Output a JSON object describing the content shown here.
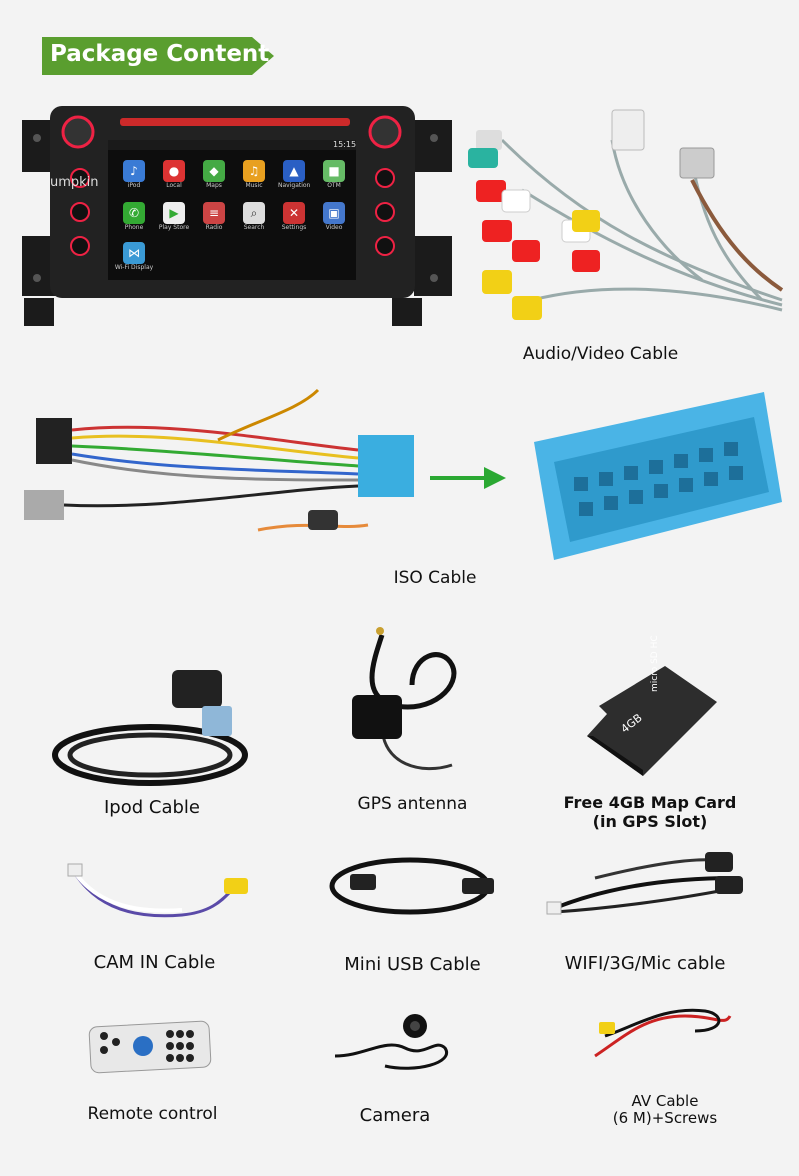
{
  "header": {
    "title": "Package Content",
    "accent_color": "#5a9e2f"
  },
  "head_unit": {
    "brand": "umpkin",
    "clock": "15:15",
    "apps": [
      {
        "label": "iPod",
        "icon": "ipod-icon"
      },
      {
        "label": "Local",
        "icon": "map-pin-icon"
      },
      {
        "label": "Maps",
        "icon": "maps-icon"
      },
      {
        "label": "Music",
        "icon": "music-icon"
      },
      {
        "label": "Navigation",
        "icon": "navigation-icon"
      },
      {
        "label": "OTM",
        "icon": "otm-icon"
      },
      {
        "label": "Phone",
        "icon": "phone-icon"
      },
      {
        "label": "Play Store",
        "icon": "play-store-icon"
      },
      {
        "label": "Radio",
        "icon": "radio-icon"
      },
      {
        "label": "Search",
        "icon": "search-icon"
      },
      {
        "label": "Settings",
        "icon": "settings-icon"
      },
      {
        "label": "Video",
        "icon": "video-icon"
      },
      {
        "label": "Wi-Fi Display",
        "icon": "wifi-display-icon"
      }
    ]
  },
  "items": {
    "av_cable": "Audio/Video Cable",
    "iso_cable": "ISO Cable",
    "ipod_cable": "Ipod Cable",
    "gps_antenna": "GPS antenna",
    "map_card_1": "Free 4GB Map Card",
    "map_card_2": "(in GPS Slot)",
    "cam_in": "CAM IN Cable",
    "mini_usb": "Mini USB Cable",
    "wifi_cable": "WIFI/3G/Mic cable",
    "remote": "Remote control",
    "camera": "Camera",
    "av_cable_6m_1": "AV Cable",
    "av_cable_6m_2": "(6 M)+Screws"
  },
  "sd_card": {
    "capacity": "4GB",
    "brand": "micro SD HC"
  }
}
